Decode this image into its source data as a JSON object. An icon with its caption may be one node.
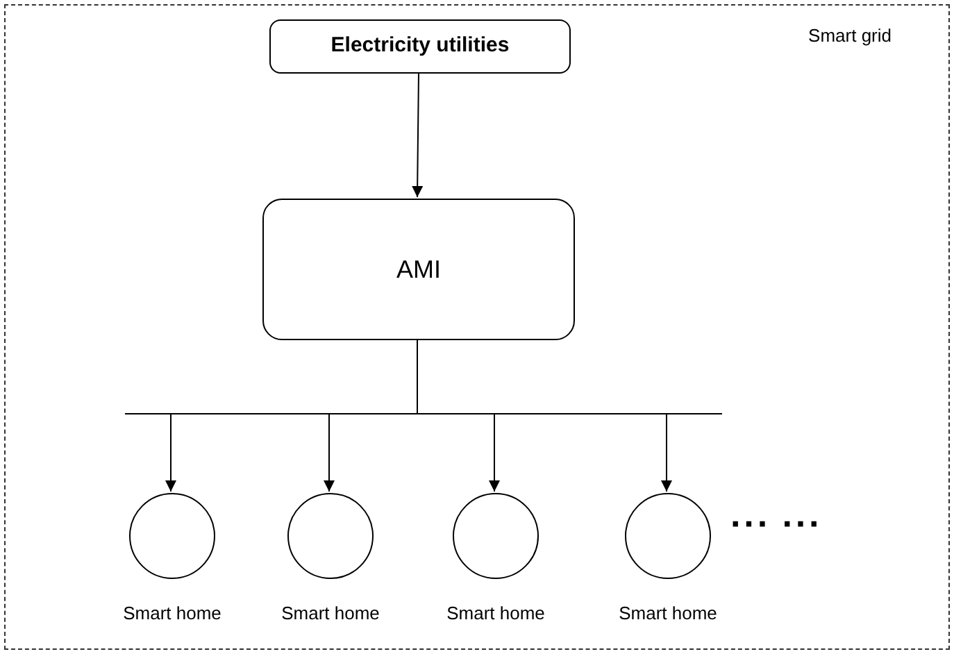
{
  "diagram": {
    "nodes": [
      {
        "text": [
          "Smart grid"
        ]
      },
      {
        "text": [
          "Electricity utilities"
        ],
        "in": 0
      },
      {
        "text": [
          "AMI"
        ],
        "in": 0
      },
      {
        "text": [
          "Smart home"
        ],
        "in": 0
      },
      {
        "text": [
          "Smart home"
        ],
        "in": 0
      },
      {
        "text": [
          "Smart home"
        ],
        "in": 0
      },
      {
        "text": [
          "Smart home"
        ],
        "in": 0
      }
    ],
    "edges": [
      {
        "from": 1,
        "to": 2,
        "arrow": "to"
      },
      {
        "from": 2,
        "to": 3,
        "arrow": "to"
      },
      {
        "from": 2,
        "to": 4,
        "arrow": "to"
      },
      {
        "from": 2,
        "to": 5,
        "arrow": "to"
      },
      {
        "from": 2,
        "to": 6,
        "arrow": "to"
      }
    ],
    "labels": [
      "··· ···"
    ]
  }
}
